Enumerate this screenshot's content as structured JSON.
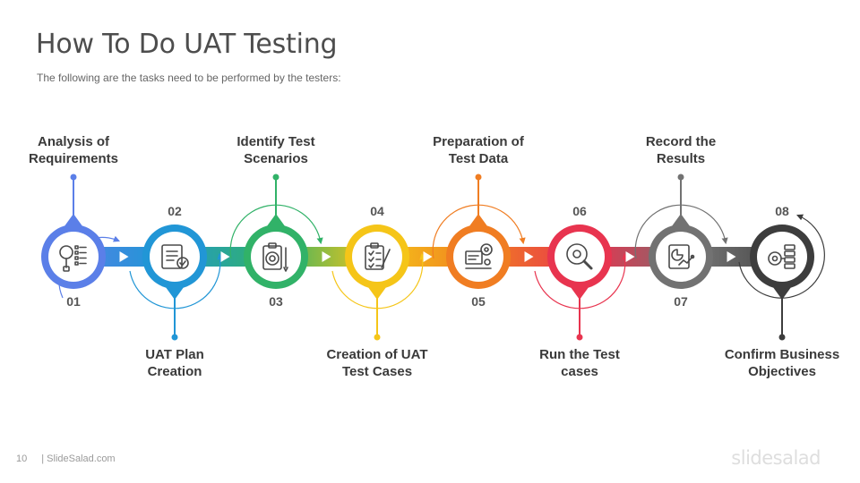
{
  "slide": {
    "title": "How To Do UAT Testing",
    "subtitle": "The following  are the tasks need to be performed  by the testers:"
  },
  "steps": [
    {
      "number": "01",
      "label_lines": [
        "Analysis of",
        "Requirements"
      ],
      "label_position": "top",
      "color": "#5b7fe8",
      "icon": "requirements-checklist-icon"
    },
    {
      "number": "02",
      "label_lines": [
        "UAT Plan",
        "Creation"
      ],
      "label_position": "bottom",
      "color": "#2196d6",
      "icon": "plan-gear-icon"
    },
    {
      "number": "03",
      "label_lines": [
        "Identify Test",
        "Scenarios"
      ],
      "label_position": "top",
      "color": "#31b268",
      "icon": "target-clipboard-icon"
    },
    {
      "number": "04",
      "label_lines": [
        "Creation of UAT",
        "Test Cases"
      ],
      "label_position": "bottom",
      "color": "#f5c518",
      "icon": "checklist-pencil-icon"
    },
    {
      "number": "05",
      "label_lines": [
        "Preparation of",
        "Test Data"
      ],
      "label_position": "top",
      "color": "#f07d22",
      "icon": "data-gear-icon"
    },
    {
      "number": "06",
      "label_lines": [
        "Run the Test",
        "cases"
      ],
      "label_position": "bottom",
      "color": "#e8344f",
      "icon": "search-gear-icon"
    },
    {
      "number": "07",
      "label_lines": [
        "Record the",
        "Results"
      ],
      "label_position": "top",
      "color": "#727272",
      "icon": "report-chart-icon"
    },
    {
      "number": "08",
      "label_lines": [
        "Confirm Business",
        "Objectives"
      ],
      "label_position": "bottom",
      "color": "#3d3d3d",
      "icon": "target-checklist-icon"
    }
  ],
  "footer": {
    "page_number": "10",
    "source": "| SlideSalad.com",
    "brand": "slidesalad"
  }
}
